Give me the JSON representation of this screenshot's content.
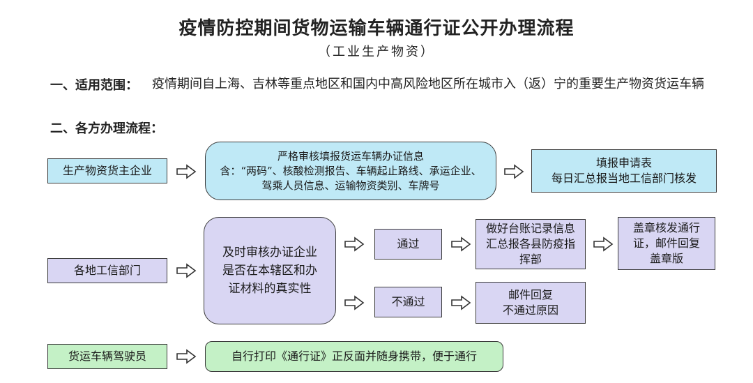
{
  "title": "疫情防控期间货物运输车辆通行证公开办理流程",
  "subtitle": "（工业生产物资）",
  "scope": {
    "label": "一、适用范围：",
    "text": "疫情期间自上海、吉林等重点地区和国内中高风险地区所在城市入（返）宁的重要生产物资货运车辆"
  },
  "process": {
    "label": "二、各方办理流程：",
    "row1": {
      "actor": "生产物资货主企业",
      "step": "严格审核填报货运车辆办证信息\n含：“两码”、核酸检测报告、车辆起止路线、承运企业、驾乘人员信息、运输物资类别、车牌号",
      "result": "填报申请表\n每日汇总报当地工信部门核发"
    },
    "row2": {
      "actor": "各地工信部门",
      "step": "及时审核办证企业是否在本辖区和办证材料的真实性",
      "pass": "通过",
      "pass_step": "做好台账记录信息汇总报各县防疫指挥部",
      "pass_result": "盖章核发通行证，邮件回复盖章版",
      "fail": "不通过",
      "fail_step": "邮件回复\n不通过原因"
    },
    "row3": {
      "actor": "货运车辆驾驶员",
      "step": "自行打印《通行证》正反面并随身携带，便于通行"
    }
  },
  "colors": {
    "blue": "#bfe9f6",
    "purple": "#d9d6f3",
    "green": "#c4f1c6"
  }
}
